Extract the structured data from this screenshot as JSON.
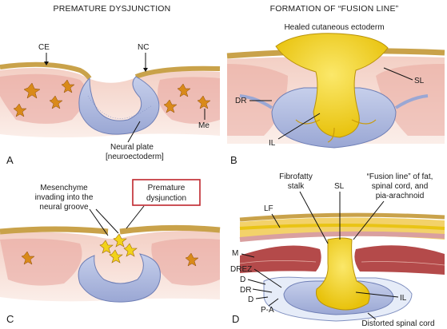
{
  "headers": {
    "left": "PREMATURE DYSJUNCTION",
    "right": "FORMATION OF “FUSION LINE”"
  },
  "panel_letters": {
    "a": "A",
    "b": "B",
    "c": "C",
    "d": "D"
  },
  "labels": {
    "ce": "CE",
    "nc": "NC",
    "me": "Me",
    "neural_plate_1": "Neural plate",
    "neural_plate_2": "[neuroectoderm]",
    "healed": "Healed cutaneous ectoderm",
    "sl_b": "SL",
    "dr_b": "DR",
    "il_b": "IL",
    "mesenchyme_1": "Mesenchyme",
    "mesenchyme_2": "invading into the",
    "mesenchyme_3": "neural groove",
    "premature_1": "Premature",
    "premature_2": "dysjunction",
    "fibrofatty_1": "Fibrofatty",
    "fibrofatty_2": "stalk",
    "sl_d": "SL",
    "fusion_1": "“Fusion line” of fat,",
    "fusion_2": "spinal cord, and",
    "fusion_3": "pia-arachnoid",
    "lf": "LF",
    "m": "M",
    "drez": "DREZ",
    "d1": "D",
    "dr_d": "DR",
    "d2": "D",
    "pa": "P-A",
    "il_d": "IL",
    "distorted": "Distorted spinal cord"
  },
  "colors": {
    "ectoderm": "#c9a24a",
    "dermis": "#e7a8a0",
    "neural_plate": "#aab6dc",
    "neural_plate_edge": "#6f7fb6",
    "fat": "#f2d21a",
    "fat_edge": "#b8920a",
    "muscle": "#b44a4a",
    "box_border": "#c0262d",
    "mesenchyme_cell": "#d98a1a"
  }
}
